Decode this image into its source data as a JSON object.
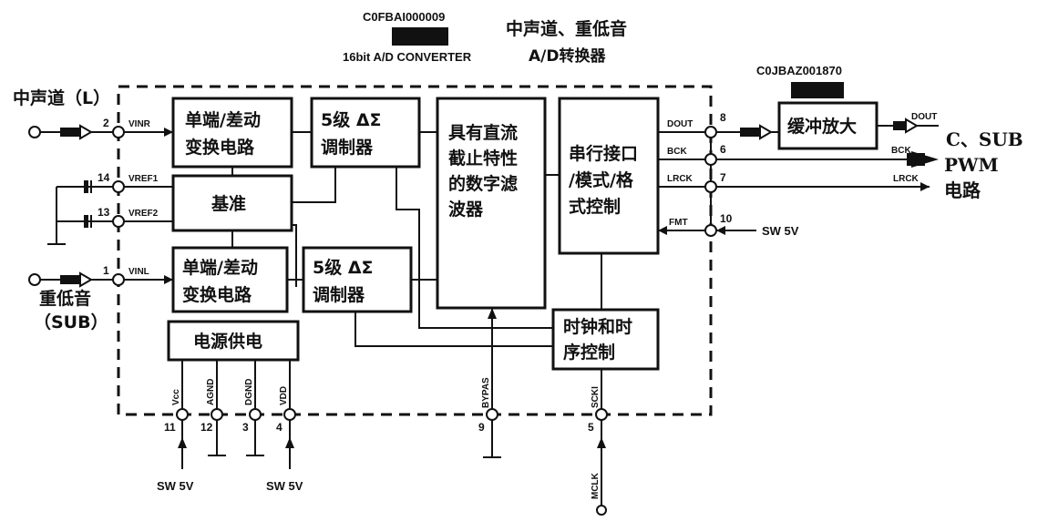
{
  "header": {
    "part_number": "C0FBAI000009",
    "subtitle_cn": "中声道、重低音",
    "subtitle_en": "16bit A/D CONVERTER",
    "subtitle_cn2": "A/D转换器"
  },
  "buffer_part_number": "C0JBAZ001870",
  "inputs": {
    "center": "中声道（L）",
    "sub_line1": "重低音",
    "sub_line2": "（SUB）"
  },
  "blocks": {
    "se_diff_1": [
      "单端/差动",
      "变换电路"
    ],
    "sd_mod_1": [
      "5级 ΔΣ",
      "调制器"
    ],
    "reference": "基准",
    "se_diff_2": [
      "单端/差动",
      "变换电路"
    ],
    "sd_mod_2": [
      "5级 ΔΣ",
      "调制器"
    ],
    "dc_filter": [
      "具有直流",
      "截止特性",
      "的数字滤",
      "波器"
    ],
    "serial_ctrl": [
      "串行接口",
      "/模式/格",
      "式控制"
    ],
    "clock_ctrl": [
      "时钟和时",
      "序控制"
    ],
    "power": "电源供电",
    "buffer_amp": "缓冲放大"
  },
  "pins": {
    "p2": {
      "num": "2",
      "name": "VINR"
    },
    "p14": {
      "num": "14",
      "name": "VREF1"
    },
    "p13": {
      "num": "13",
      "name": "VREF2"
    },
    "p1": {
      "num": "1",
      "name": "VINL"
    },
    "p8": {
      "num": "8",
      "name": "DOUT"
    },
    "p6": {
      "num": "6",
      "name": "BCK"
    },
    "p7": {
      "num": "7",
      "name": "LRCK"
    },
    "p10": {
      "num": "10",
      "name": "FMT"
    },
    "p11": {
      "num": "11",
      "name": "Vcc"
    },
    "p12": {
      "num": "12",
      "name": "AGND"
    },
    "p3": {
      "num": "3",
      "name": "DGND"
    },
    "p4": {
      "num": "4",
      "name": "VDD"
    },
    "p9": {
      "num": "9",
      "name": "BYPAS"
    },
    "p5": {
      "num": "5",
      "name": "SCKI"
    }
  },
  "signals": {
    "dout_out": "DOUT",
    "bck_out": "BCK",
    "lrck_out": "LRCK",
    "sw5v_right": "SW 5V",
    "sw5v_left": "SW 5V",
    "sw5v_mid": "SW 5V",
    "mclk": "MCLK"
  },
  "output": {
    "line1": "C、SUB",
    "line2": "PWM",
    "line3": "电路"
  },
  "colors": {
    "ink": "#111111",
    "paper": "#ffffff"
  }
}
